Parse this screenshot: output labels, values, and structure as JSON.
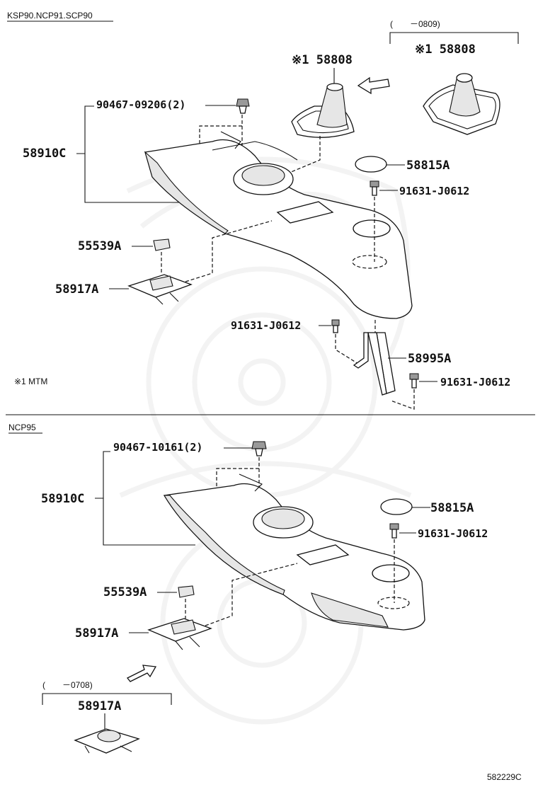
{
  "section_top": {
    "model_label": "KSP90.NCP91.SCP90",
    "variant_range": "(　　－0809)",
    "footnote": "※1 MTM",
    "callouts": {
      "bolt_fastener": "90467-09206(2)",
      "console_box": "58910C",
      "shift_boot_mtm": "※1 58808",
      "shift_boot_variant": "※1 58808",
      "cap": "58815A",
      "screw_1": "91631-J0612",
      "clip": "55539A",
      "panel": "58917A",
      "screw_2": "91631-J0612",
      "bracket": "58995A",
      "screw_3": "91631-J0612"
    }
  },
  "section_bottom": {
    "model_label": "NCP95",
    "variant_range": "(　　－0708)",
    "callouts": {
      "bolt_fastener": "90467-10161(2)",
      "console_box": "58910C",
      "cap": "58815A",
      "screw": "91631-J0612",
      "clip": "55539A",
      "panel": "58917A",
      "panel_variant": "58917A"
    }
  },
  "diagram_id": "582229C"
}
